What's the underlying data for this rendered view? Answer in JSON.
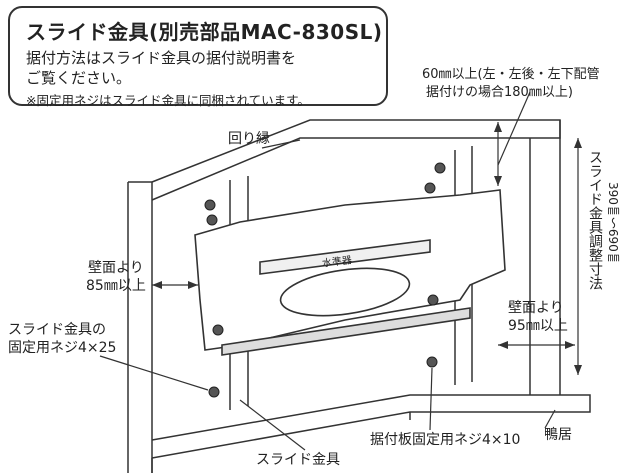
{
  "note": {
    "title": "スライド金具(別売部品MAC-830SL)",
    "line1": "据付方法はスライド金具の据付説明書を",
    "line2": "ご覧ください。",
    "line3": "※固定用ネジはスライド金具に同梱されています。"
  },
  "labels": {
    "top_clearance_1": "60㎜以上(左・左後・左下配管",
    "top_clearance_2": "据付けの場合180㎜以上)",
    "mawaribuchi": "回り縁",
    "left_wall_1": "壁面より",
    "left_wall_2": "85㎜以上",
    "right_wall_1": "壁面より",
    "right_wall_2": "95㎜以上",
    "slide_screw_1": "スライド金具の",
    "slide_screw_2": "固定用ネジ4×25",
    "level": "水準器",
    "kamoi": "鴨居",
    "mount_screw": "据付板固定用ネジ4×10",
    "slide_bracket": "スライド金具",
    "adjust_1": "スライド金具調整寸法",
    "adjust_2": "390㎜〜690㎜"
  }
}
